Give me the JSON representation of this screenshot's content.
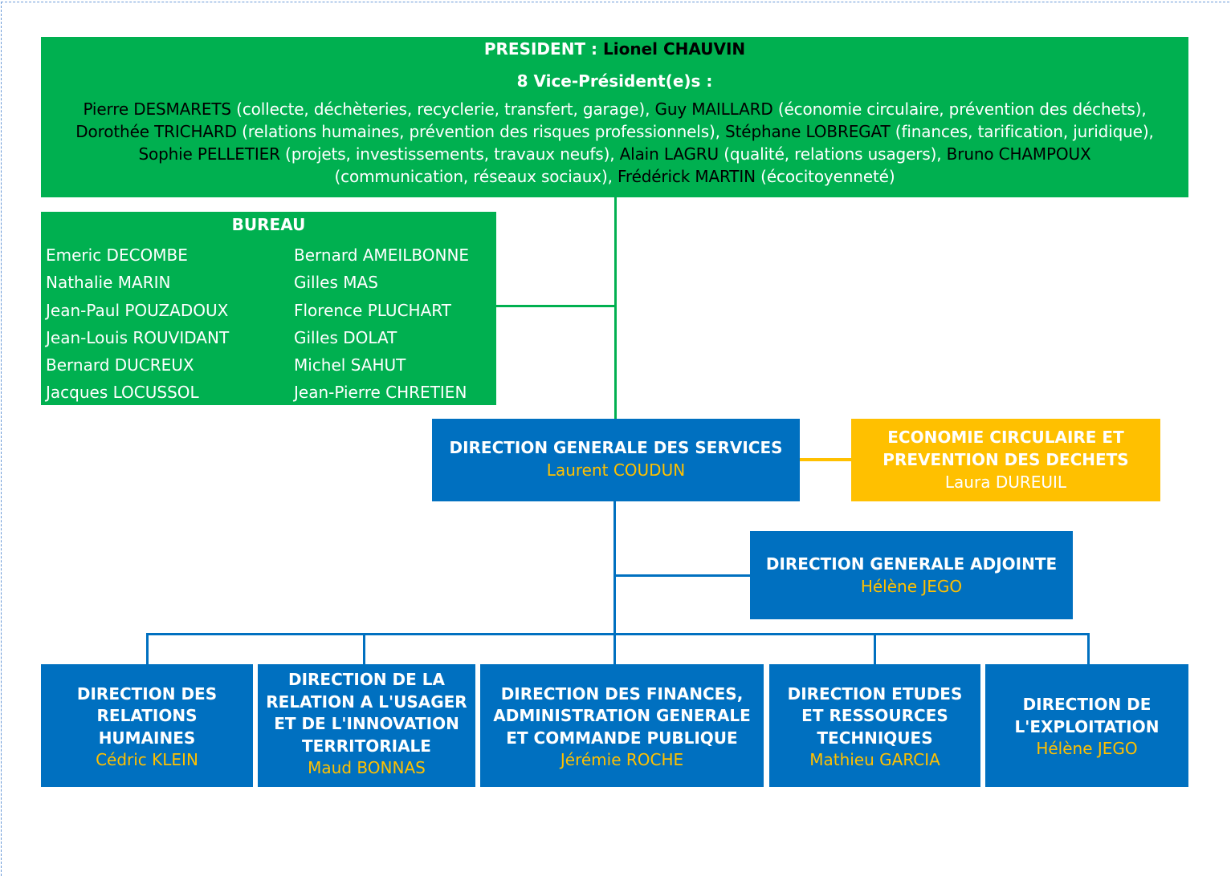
{
  "president": {
    "label": "PRESIDENT : ",
    "name": "Lionel CHAUVIN",
    "vp_heading": "8 Vice-Président(e)s :",
    "vice_presidents": [
      {
        "name": "Pierre DESMARETS",
        "scope": " (collecte, déchèteries, recyclerie, transfert, garage), "
      },
      {
        "name": "Guy MAILLARD",
        "scope": " (économie circulaire, prévention des déchets), "
      },
      {
        "name": "Dorothée TRICHARD",
        "scope": " (relations humaines, prévention des risques professionnels), "
      },
      {
        "name": "Stéphane LOBREGAT",
        "scope": " (finances, tarification, juridique), "
      },
      {
        "name": "Sophie PELLETIER",
        "scope": " (projets, investissements, travaux neufs), "
      },
      {
        "name": "Alain LAGRU",
        "scope": " (qualité, relations usagers), "
      },
      {
        "name": "Bruno CHAMPOUX",
        "scope": " (communication, réseaux sociaux), "
      },
      {
        "name": "Frédérick MARTIN",
        "scope": " (écocitoyenneté)"
      }
    ]
  },
  "bureau": {
    "title": "BUREAU",
    "left_column": [
      "Emeric DECOMBE",
      "Nathalie MARIN",
      "Jean-Paul POUZADOUX",
      "Jean-Louis ROUVIDANT",
      "Bernard DUCREUX",
      "Jacques LOCUSSOL"
    ],
    "right_column": [
      "Bernard AMEILBONNE",
      "Gilles MAS",
      "Florence PLUCHART",
      "Gilles DOLAT",
      "Michel SAHUT",
      "Jean-Pierre CHRETIEN"
    ]
  },
  "dgs": {
    "title": "DIRECTION GENERALE DES SERVICES",
    "name": "Laurent COUDUN"
  },
  "economie": {
    "title_lines": [
      "ECONOMIE CIRCULAIRE ET",
      "PREVENTION DES DECHETS"
    ],
    "name": "Laura DUREUIL"
  },
  "dga": {
    "title": "DIRECTION GENERALE ADJOINTE",
    "name": "Hélène JEGO"
  },
  "directions": [
    {
      "title_lines": [
        "DIRECTION DES",
        "RELATIONS",
        "HUMAINES"
      ],
      "name": "Cédric KLEIN"
    },
    {
      "title_lines": [
        "DIRECTION DE LA",
        "RELATION A L'USAGER",
        "ET DE L'INNOVATION",
        "TERRITORIALE"
      ],
      "name": "Maud BONNAS"
    },
    {
      "title_lines": [
        "DIRECTION DES FINANCES,",
        "ADMINISTRATION GENERALE",
        "ET COMMANDE PUBLIQUE"
      ],
      "name": "Jérémie ROCHE"
    },
    {
      "title_lines": [
        "DIRECTION ETUDES",
        "ET RESSOURCES",
        "TECHNIQUES"
      ],
      "name": "Mathieu GARCIA"
    },
    {
      "title_lines": [
        "DIRECTION DE",
        "L'EXPLOITATION"
      ],
      "name": "Hélène JEGO"
    }
  ],
  "colors": {
    "elected_green": "#00b050",
    "direction_blue": "#0070c0",
    "mission_gold": "#ffc000"
  }
}
